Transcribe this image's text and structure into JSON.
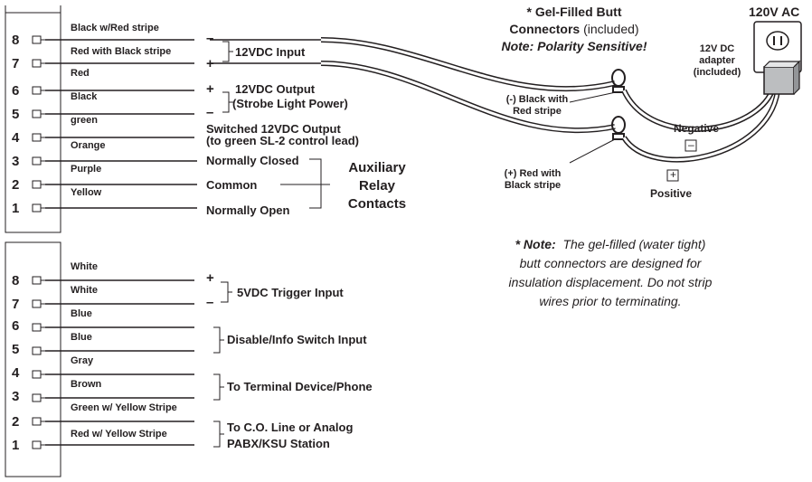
{
  "connector1": {
    "pins": [
      {
        "num": "8",
        "wire": "Black w/Red stripe"
      },
      {
        "num": "7",
        "wire": "Red with Black stripe"
      },
      {
        "num": "6",
        "wire": "Red"
      },
      {
        "num": "5",
        "wire": "Black"
      },
      {
        "num": "4",
        "wire": "green"
      },
      {
        "num": "3",
        "wire": "Orange"
      },
      {
        "num": "2",
        "wire": "Purple"
      },
      {
        "num": "1",
        "wire": "Yellow"
      }
    ],
    "labels": {
      "input": "12VDC Input",
      "output_line1": "12VDC Output",
      "output_line2": "(Strobe Light Power)",
      "switched_line1": "Switched 12VDC Output",
      "switched_line2": "(to green SL-2  control lead)",
      "nc": "Normally Closed",
      "common": "Common",
      "no": "Normally Open",
      "aux_line1": "Auxiliary",
      "aux_line2": "Relay",
      "aux_line3": "Contacts",
      "minus": "–",
      "plus": "+"
    }
  },
  "connector2": {
    "pins": [
      {
        "num": "8",
        "wire": "White"
      },
      {
        "num": "7",
        "wire": "White"
      },
      {
        "num": "6",
        "wire": "Blue"
      },
      {
        "num": "5",
        "wire": "Blue"
      },
      {
        "num": "4",
        "wire": "Gray"
      },
      {
        "num": "3",
        "wire": "Brown"
      },
      {
        "num": "2",
        "wire": "Green w/ Yellow Stripe"
      },
      {
        "num": "1",
        "wire": "Red w/ Yellow Stripe"
      }
    ],
    "labels": {
      "trigger": "5VDC Trigger Input",
      "disable": "Disable/Info Switch Input",
      "terminal": "To Terminal Device/Phone",
      "co_line1": "To C.O. Line or Analog",
      "co_line2": "PABX/KSU Station",
      "plus": "+",
      "minus": "–"
    }
  },
  "power": {
    "gel_title_line1": "* Gel-Filled Butt",
    "gel_title_line2a": "Connectors",
    "gel_title_line2b": "(included)",
    "gel_title_line3": "Note: Polarity Sensitive!",
    "ac_label": "120V AC",
    "adapter_line1": "12V DC",
    "adapter_line2": "adapter",
    "adapter_line3": "(included)",
    "neg_wire_line1": "(-) Black with",
    "neg_wire_line2": "Red stripe",
    "pos_wire_line1": "(+) Red with",
    "pos_wire_line2": "Black stripe",
    "negative": "Negative",
    "positive": "Positive",
    "neg_symbol": "–",
    "pos_symbol": "+"
  },
  "note": {
    "prefix": "* Note:",
    "line1": "The gel-filled (water tight)",
    "line2": "butt connectors are designed for",
    "line3": "insulation displacement. Do not strip",
    "line4": "wires prior to terminating."
  }
}
